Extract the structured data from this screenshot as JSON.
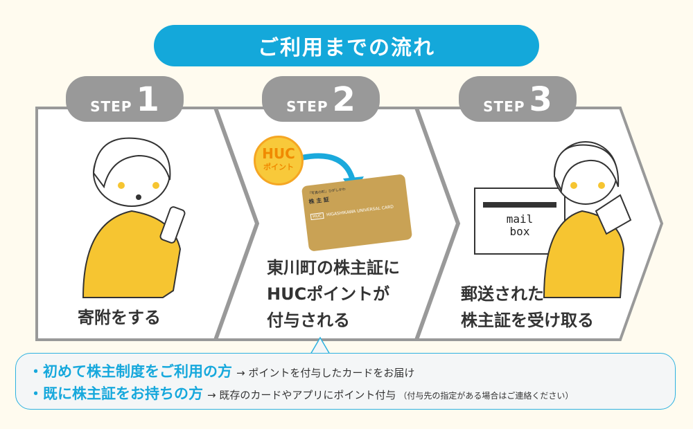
{
  "title": "ご利用までの流れ",
  "steps": [
    {
      "word": "STEP",
      "num": "1",
      "caption_lines": [
        "寄附をする"
      ]
    },
    {
      "word": "STEP",
      "num": "2",
      "caption_lines": [
        "東川町の株主証に",
        "HUCポイントが",
        "付与される"
      ]
    },
    {
      "word": "STEP",
      "num": "3",
      "caption_lines": [
        "郵送された",
        "株主証を受け取る"
      ]
    }
  ],
  "coin": {
    "line1": "HUC",
    "line2": "ポイント"
  },
  "card": {
    "top": "「写真の町」ひがしかわ",
    "name": "株 主 証",
    "logo": "HUC",
    "brand": "HIGASHIKAWA UNIVERSAL CARD"
  },
  "mailbox": {
    "line1": "mail",
    "line2": "box"
  },
  "notes": [
    {
      "highlight": "・初めて株主制度をご利用の方",
      "text": "→ ポイントを付与したカードをお届け",
      "small": ""
    },
    {
      "highlight": "・既に株主証をお持ちの方",
      "text": "→ 既存のカードやアプリにポイント付与",
      "small": "（付与先の指定がある場合はご連絡ください）"
    }
  ],
  "colors": {
    "accent": "#14a8da",
    "panel_border": "#999999",
    "shirt": "#f6c531",
    "card": "#c9a255"
  }
}
